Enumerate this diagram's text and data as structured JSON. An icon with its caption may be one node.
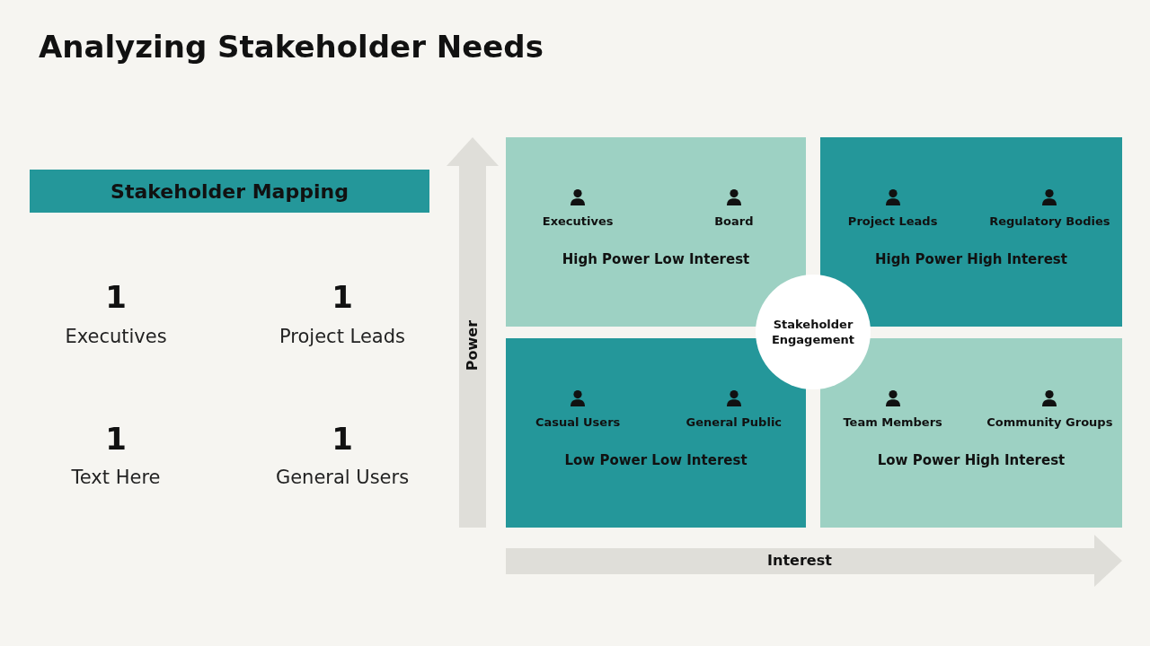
{
  "diagram": {
    "title": "Analyzing Stakeholder Needs",
    "nodes": [
      {
        "text": [
          "Stakeholder Mapping"
        ]
      },
      {
        "text": [
          "Executives",
          "Board",
          "High Power Low Interest"
        ]
      },
      {
        "text": [
          "Project Leads",
          "Regulatory Bodies",
          "High Power High Interest"
        ]
      },
      {
        "text": [
          "Casual Users",
          "General Public",
          "Low Power Low Interest"
        ]
      },
      {
        "text": [
          "Team Members",
          "Community Groups",
          "Low Power High Interest"
        ]
      },
      {
        "text": [
          "Stakeholder Engagement"
        ]
      }
    ],
    "labels": [
      "1",
      "Executives",
      "1",
      "Project Leads",
      "1",
      "Text Here",
      "1",
      "General Users",
      "Power",
      "Interest"
    ]
  }
}
